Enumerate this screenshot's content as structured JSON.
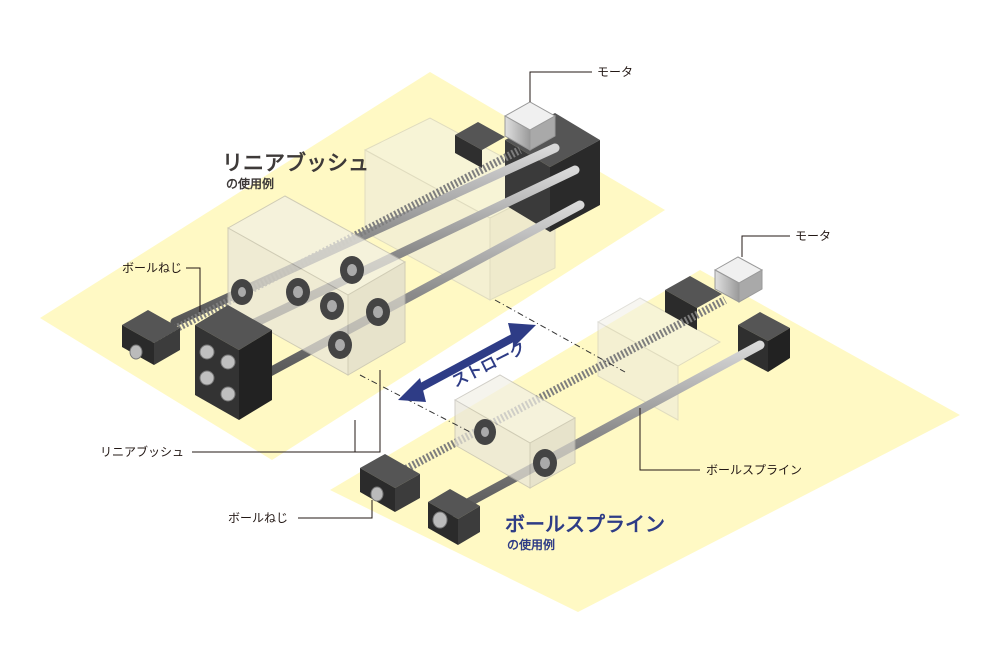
{
  "labels": {
    "linear_title": "リニアブッシュ",
    "linear_sub": "の使用例",
    "spline_title": "ボールスプライン",
    "spline_sub": "の使用例",
    "motor_top": "モータ",
    "motor_right": "モータ",
    "ballscrew_left": "ボールねじ",
    "linear_bush_callout": "リニアブッシュ",
    "ballscrew_bottom": "ボールねじ",
    "ball_spline_callout": "ボールスプライン",
    "stroke": "ストローク"
  },
  "colors": {
    "plate_fill": "#fff9c4",
    "block_dark": "#2f2f2f",
    "shaft": "#9a9a9a",
    "stroke_arrow": "#2e3c86",
    "title_blue": "#2e3c86"
  }
}
